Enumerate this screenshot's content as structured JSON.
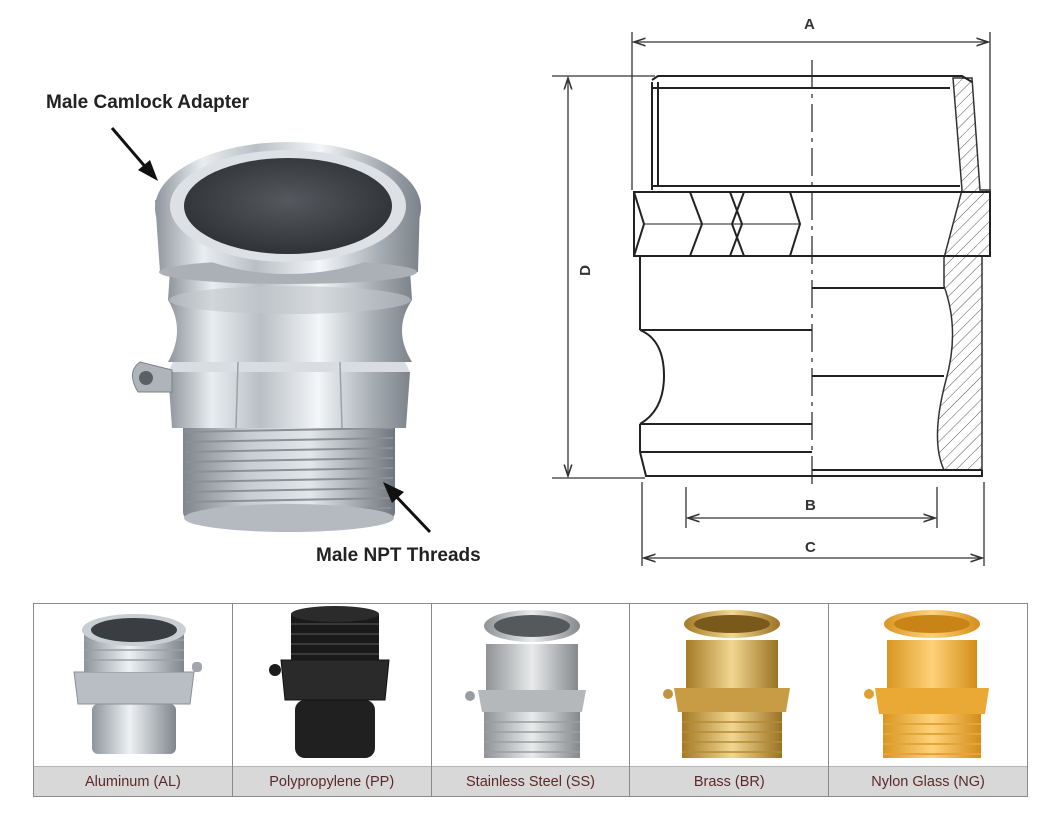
{
  "callouts": {
    "adapter": "Male Camlock Adapter",
    "threads": "Male NPT Threads"
  },
  "dimensions": {
    "a": "A",
    "b": "B",
    "c": "C",
    "d": "D"
  },
  "materials": [
    {
      "label": "Aluminum (AL)",
      "color": "#c9ced3",
      "icon": "aluminum-adapter-photo"
    },
    {
      "label": "Polypropylene (PP)",
      "color": "#1c1c1c",
      "icon": "polypropylene-adapter-photo"
    },
    {
      "label": "Stainless Steel (SS)",
      "color": "#bfc2c4",
      "icon": "stainless-adapter-photo"
    },
    {
      "label": "Brass (BR)",
      "color": "#d3a94a",
      "icon": "brass-adapter-photo"
    },
    {
      "label": "Nylon Glass (NG)",
      "color": "#f0b640",
      "icon": "nylon-adapter-photo"
    }
  ]
}
